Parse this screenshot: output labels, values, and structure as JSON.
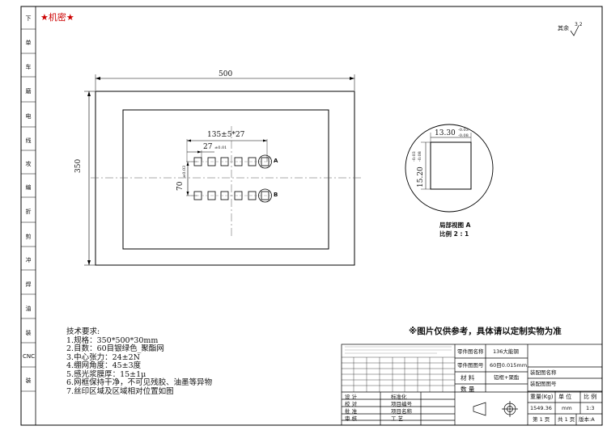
{
  "header": {
    "confidential": "★机密★",
    "surface": "其余",
    "surface_symbol": "3.2"
  },
  "sidebar": {
    "items": [
      "下",
      "单",
      "车",
      "磨",
      "电",
      "线",
      "攻",
      "编",
      "折",
      "剪",
      "冲",
      "焊",
      "油",
      "装",
      "CNC",
      "装"
    ]
  },
  "drawing": {
    "dim_width": "500",
    "dim_height": "350",
    "dim_pitch_total": "135±5*27",
    "dim_pitch": "27",
    "tol_pitch": "±0.01",
    "dim_row": "70",
    "tol_row": "±0.03",
    "label_a": "A",
    "label_b": "B"
  },
  "detail": {
    "dim_w": "13.30",
    "tol_w_top": "-0.03",
    "tol_w_bot": "-0.08",
    "dim_h": "15.20",
    "tol_h_top": "-0.03",
    "tol_h_bot": "-0.08",
    "title": "局部视图 A",
    "scale": "比例 2 : 1"
  },
  "tech": {
    "title": "技术要求:",
    "lines": [
      "1.规格：350*500*30mm",
      "2.目数：60目银绿色_聚酯网",
      "3.中心张力：24±2N",
      "4.绷网角度：45±3度",
      "5.感光浆膜厚：15±1μ",
      "6.网框保持干净，不可见残胶、油墨等异物",
      "7.丝印区域及区域相对位置如图"
    ]
  },
  "notice": "※图片仅供参考，具体请以定制实物为准",
  "title_block": {
    "part_name_label": "零件图名称",
    "part_name_value": "136大能钢",
    "part_no_label": "零件图图号",
    "part_no_value": "60目0.015mm",
    "material_label": "材 料",
    "material_value": "铝框+聚酯",
    "qty_label": "数 量",
    "assy_name_label": "装配图名称",
    "assy_no_label": "装配图图号",
    "weight_label": "重量(Kg)",
    "unit_label": "单 位",
    "scale_label": "比 例",
    "weight_value": "1549.36",
    "unit_value": "mm",
    "scale_value": "1:3",
    "sheet": "第 1 页",
    "total": "共 1 页",
    "version": "版本:A",
    "sign_rows": [
      "设 计",
      "校 对",
      "批 准",
      "审 核"
    ],
    "mid_rows": [
      "标准化",
      "项目编号",
      "项目名称",
      "工 艺"
    ]
  }
}
